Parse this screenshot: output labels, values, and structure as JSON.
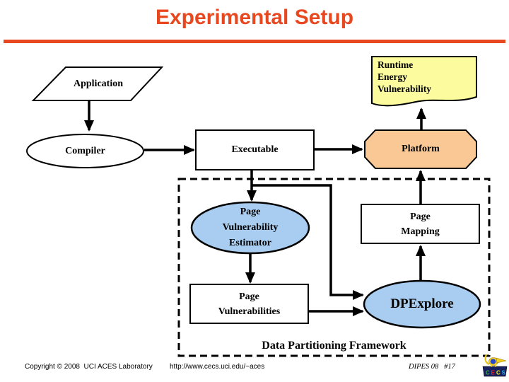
{
  "slide": {
    "title": "Experimental Setup"
  },
  "diagram": {
    "nodes": {
      "application": {
        "label": "Application",
        "shape": "parallelogram"
      },
      "compiler": {
        "label": "Compiler",
        "shape": "ellipse"
      },
      "executable": {
        "label": "Executable",
        "shape": "rectangle"
      },
      "platform": {
        "label": "Platform",
        "shape": "octagon"
      },
      "runtime_energy_vulnerability": {
        "label": "Runtime\nEnergy\nVulnerability",
        "shape": "document"
      },
      "page_vulnerability_estimator": {
        "label": "Page\nVulnerability\nEstimator",
        "shape": "ellipse"
      },
      "page_mapping": {
        "label": "Page\nMapping",
        "shape": "rectangle"
      },
      "page_vulnerabilities": {
        "label": "Page\nVulnerabilities",
        "shape": "rectangle"
      },
      "dpexplore": {
        "label": "DPExplore",
        "shape": "ellipse"
      }
    },
    "group_label": "Data Partitioning Framework",
    "colors": {
      "accent": "#E8481F",
      "node_blue": "#A9CDF0",
      "platform_peach": "#F9C894",
      "note_yellow": "#FCFC9E",
      "line": "#000000"
    }
  },
  "footer": {
    "copyright": "Copyright © 2008  UCI ACES Laboratory",
    "url": "http://www.cecs.uci.edu/~aces",
    "slide_ref": "DIPES 08   #17",
    "logo_letters": [
      "C",
      "E",
      "C",
      "S"
    ]
  }
}
